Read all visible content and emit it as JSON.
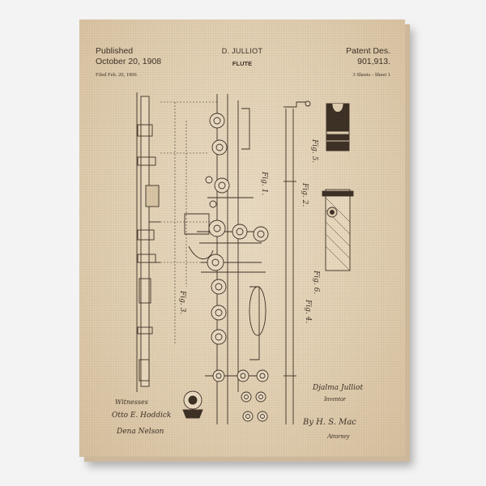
{
  "header": {
    "left": {
      "line1": "Published",
      "line2": "October 20, 1908",
      "line3": "Filed Feb. 20, 1906"
    },
    "center": {
      "line1": "D. JULLIOT",
      "line2": "FLUTE"
    },
    "right": {
      "line1": "Patent Des.",
      "line2": "901,913.",
      "line3": "3 Sheets - Sheet 1"
    }
  },
  "figures": {
    "fig1": "Fig. 1.",
    "fig2": "Fig. 2.",
    "fig3": "Fig. 3.",
    "fig4": "Fig. 4.",
    "fig5": "Fig. 5.",
    "fig6": "Fig. 6."
  },
  "signatures": {
    "witnesses_label": "Witnesses",
    "witness1": "Otto E. Hoddick",
    "witness2": "Dena Nelson",
    "inventor_sig": "Djalma Julliot",
    "inventor_label": "Inventor",
    "attorney_sig": "By H. S. Mac",
    "attorney_label": "Attorney"
  },
  "colors": {
    "ink": "#3b2f25",
    "paper": "#e2d0b3",
    "wall": "#f3f3f3"
  }
}
